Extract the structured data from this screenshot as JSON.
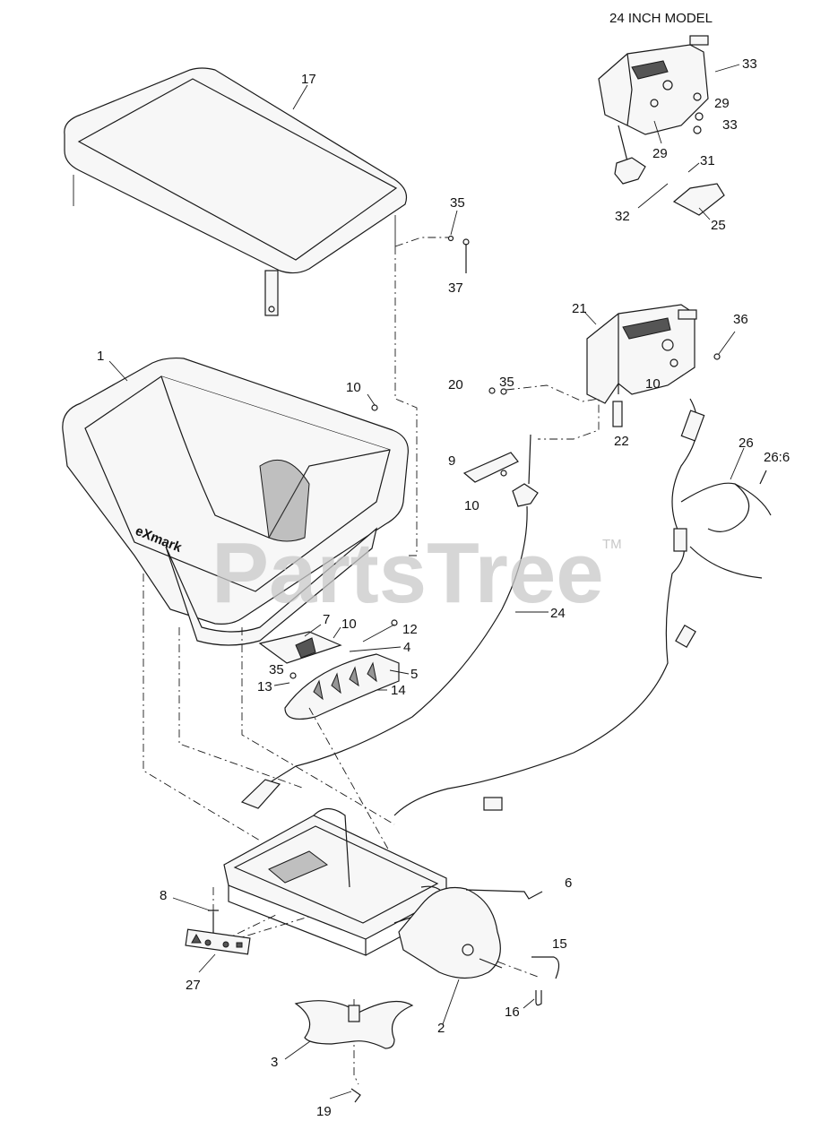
{
  "inset": {
    "title": "24 INCH MODEL",
    "callouts": [
      "33",
      "29",
      "33",
      "29",
      "31",
      "32",
      "25"
    ]
  },
  "callouts": {
    "c17": "17",
    "c35a": "35",
    "c37": "37",
    "c1": "1",
    "c10a": "10",
    "c21": "21",
    "c36": "36",
    "c20": "20",
    "c35b": "35",
    "c10b": "10",
    "c22": "22",
    "c9": "9",
    "c10c": "10",
    "c26": "26",
    "c26_6": "26:6",
    "c24": "24",
    "c7": "7",
    "c10d": "10",
    "c12": "12",
    "c4": "4",
    "c5": "5",
    "c35c": "35",
    "c13": "13",
    "c14": "14",
    "c6": "6",
    "c8": "8",
    "c15": "15",
    "c27": "27",
    "c2": "2",
    "c16": "16",
    "c3": "3",
    "c19": "19"
  },
  "brand_decal": "eXmark",
  "watermark": {
    "text": "PartsTree",
    "tm": "TM",
    "color": "#c8c8c8"
  }
}
